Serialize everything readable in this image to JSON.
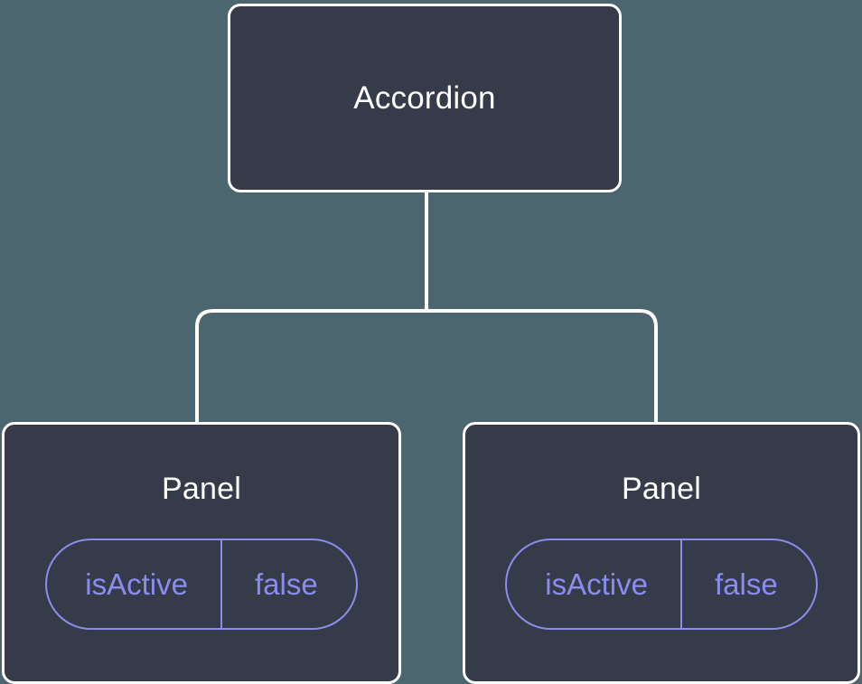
{
  "diagram": {
    "type": "component-tree",
    "background_color": "#4c6670",
    "node_fill_color": "#353b49",
    "node_border_color": "#ffffff",
    "edge_color": "#ffffff",
    "accent_color": "#8a8cef",
    "root": {
      "label": "Accordion"
    },
    "children": [
      {
        "label": "Panel",
        "props": [
          {
            "key": "isActive",
            "value": "false"
          }
        ]
      },
      {
        "label": "Panel",
        "props": [
          {
            "key": "isActive",
            "value": "false"
          }
        ]
      }
    ]
  }
}
